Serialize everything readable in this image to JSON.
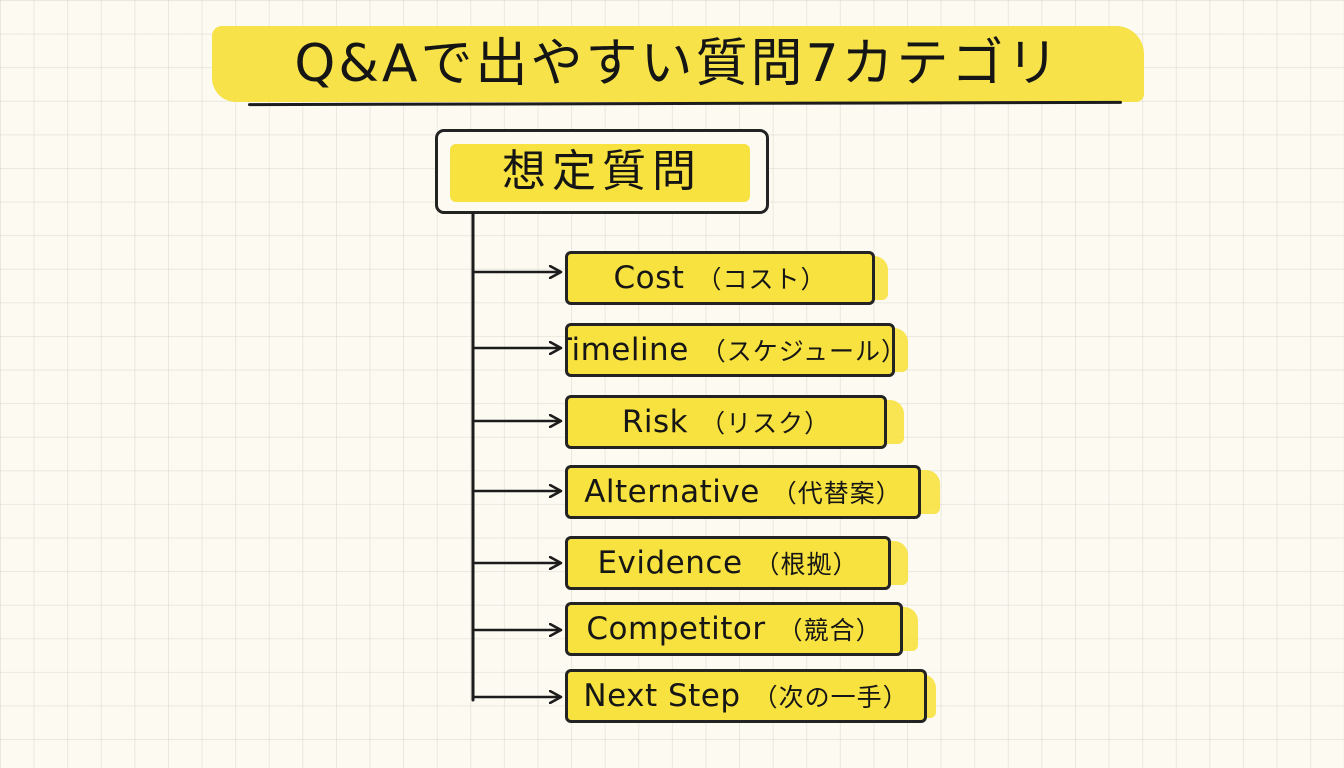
{
  "title": "Q&Aで出やすい質問7カテゴリ",
  "root": {
    "label": "想定質問"
  },
  "categories": [
    {
      "label_en": "Cost",
      "label_jp": "（コスト）"
    },
    {
      "label_en": "Timeline",
      "label_jp": "（スケジュール）"
    },
    {
      "label_en": "Risk",
      "label_jp": "（リスク）"
    },
    {
      "label_en": "Alternative",
      "label_jp": "（代替案）"
    },
    {
      "label_en": "Evidence",
      "label_jp": "（根拠）"
    },
    {
      "label_en": "Competitor",
      "label_jp": "（競合）"
    },
    {
      "label_en": "Next Step",
      "label_jp": "（次の一手）"
    }
  ],
  "colors": {
    "highlight": "#f7e23f",
    "ink": "#1c1c1c",
    "paper": "#fcfaf1"
  }
}
